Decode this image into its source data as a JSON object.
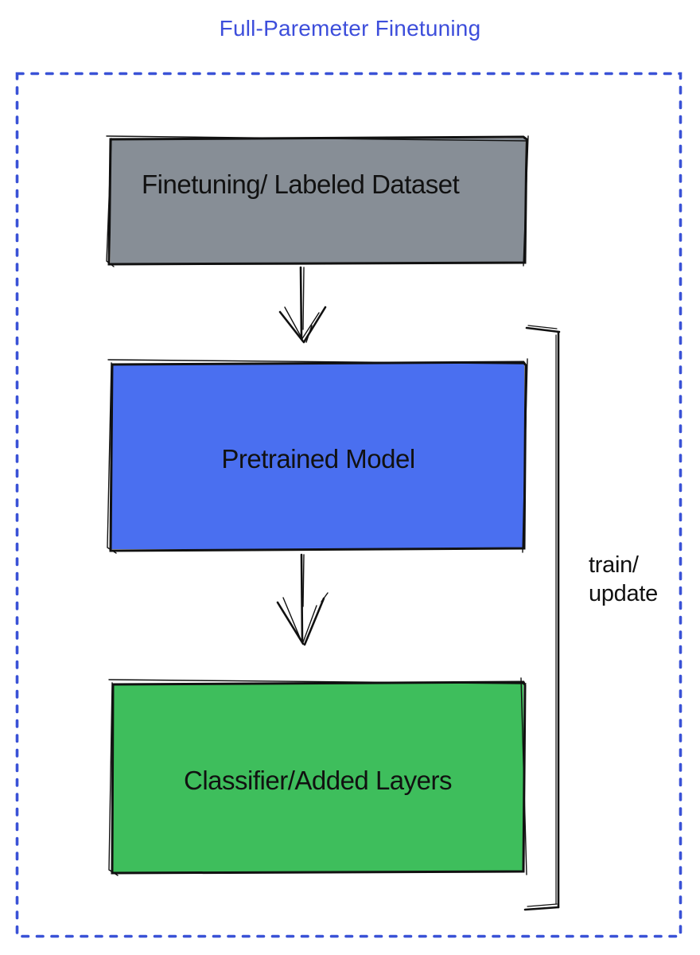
{
  "title": {
    "text": "Full-Paremeter Finetuning",
    "color": "#3D4EDB"
  },
  "diagram": {
    "border_color": "#3A52D6",
    "stroke_color": "#111111",
    "boxes": [
      {
        "id": "finetuning-dataset",
        "label": "Finetuning/ Labeled Dataset",
        "fill": "#878E96"
      },
      {
        "id": "pretrained-model",
        "label": "Pretrained Model",
        "fill": "#4A6FF0"
      },
      {
        "id": "classifier-layers",
        "label": "Classifier/Added Layers",
        "fill": "#3EBE5C"
      }
    ],
    "arrows": [
      {
        "id": "arrow-dataset-to-model",
        "from": "finetuning-dataset",
        "to": "pretrained-model",
        "direction": "down"
      },
      {
        "id": "arrow-model-to-classifier",
        "from": "pretrained-model",
        "to": "classifier-layers",
        "direction": "down"
      }
    ],
    "bracket": {
      "label_line1": "train/",
      "label_line2": "update",
      "spans": [
        "pretrained-model",
        "classifier-layers"
      ]
    }
  }
}
